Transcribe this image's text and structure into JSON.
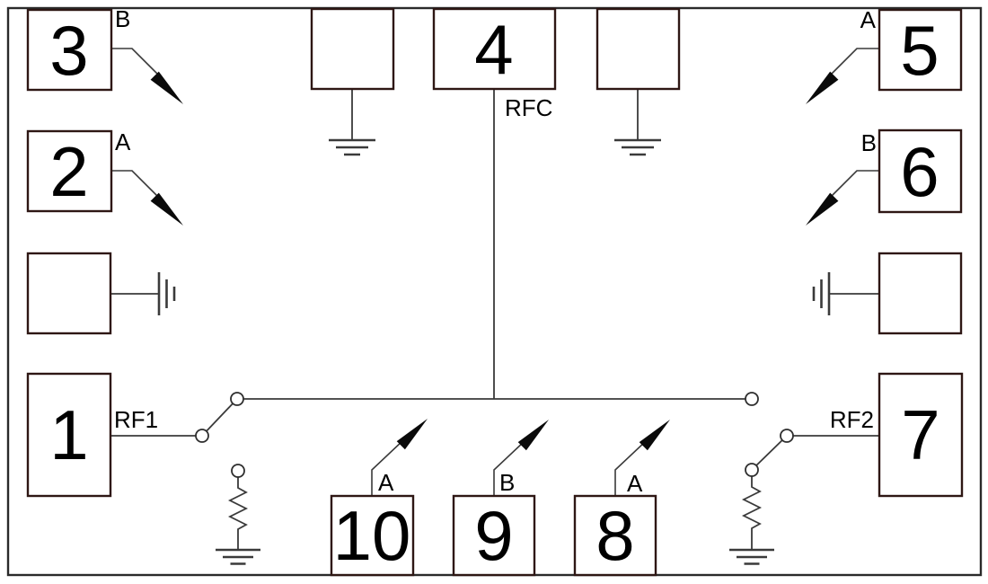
{
  "colors": {
    "background": "#ffffff",
    "wire": "#3a3a3a",
    "box_stroke": "#2e1714",
    "text": "#000000",
    "arrow_fill": "#0a0a0a"
  },
  "pads": {
    "p1": {
      "number": "1",
      "port_label": "RF1"
    },
    "p2": {
      "number": "2",
      "bond_label": "A"
    },
    "p3": {
      "number": "3",
      "bond_label": "B"
    },
    "p4": {
      "number": "4",
      "port_label": "RFC"
    },
    "p5": {
      "number": "5",
      "bond_label": "A"
    },
    "p6": {
      "number": "6",
      "bond_label": "B"
    },
    "p7": {
      "number": "7",
      "port_label": "RF2"
    },
    "p8": {
      "number": "8",
      "bond_label": "A"
    },
    "p9": {
      "number": "9",
      "bond_label": "B"
    },
    "p10": {
      "number": "10",
      "bond_label": "A"
    }
  }
}
